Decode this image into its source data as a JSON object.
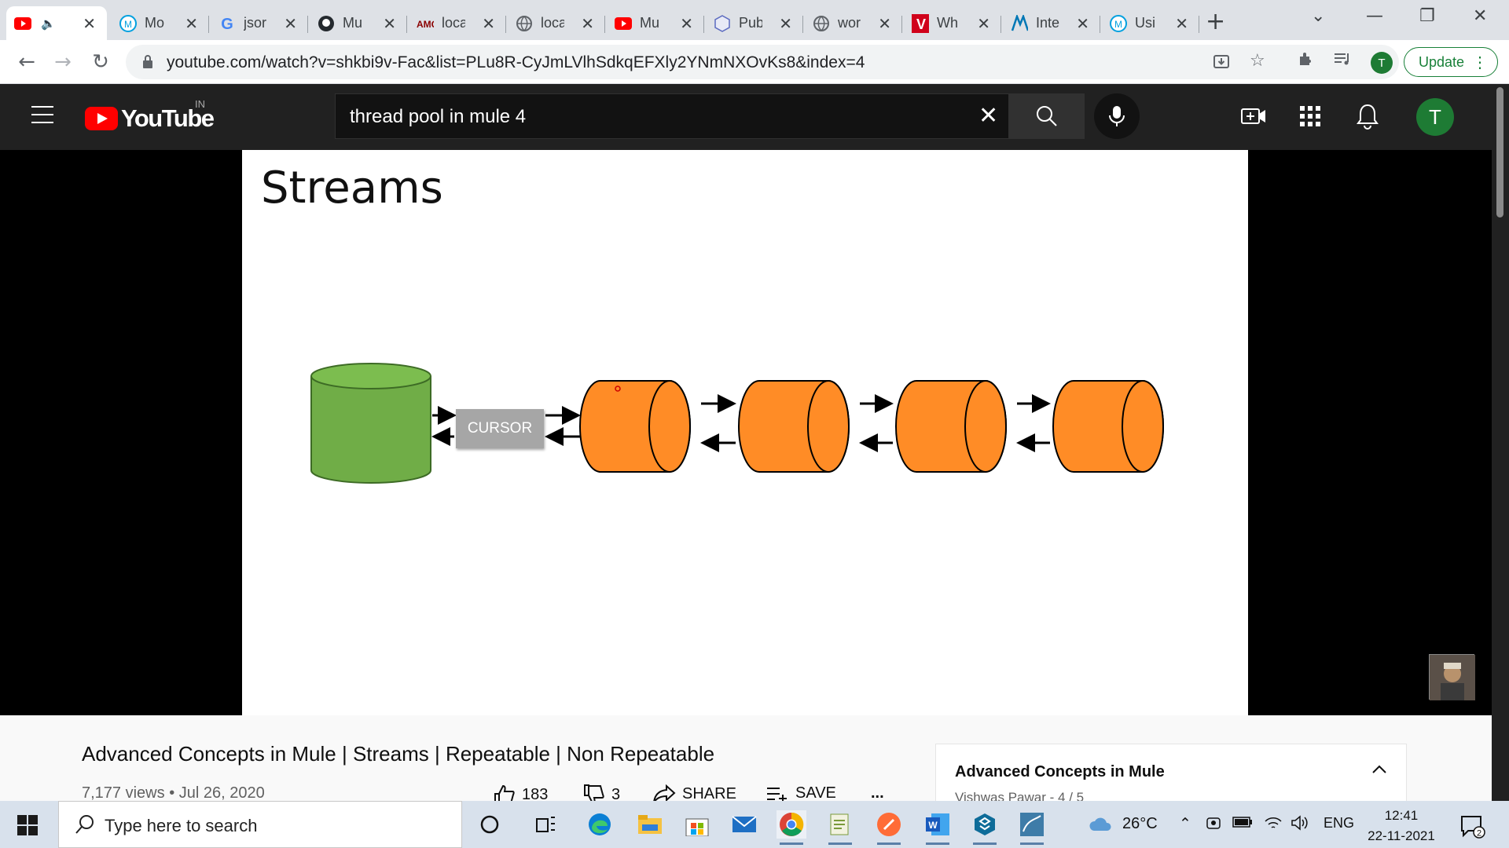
{
  "browser": {
    "tabs": [
      {
        "title": "",
        "favicon": "youtube-icon",
        "active": true,
        "audio": true
      },
      {
        "title": "Mo",
        "favicon": "mulesoft-icon"
      },
      {
        "title": "jsor",
        "favicon": "google-icon"
      },
      {
        "title": "Mu",
        "favicon": "github-icon"
      },
      {
        "title": "loca",
        "favicon": "amq-icon"
      },
      {
        "title": "loca",
        "favicon": "globe-icon"
      },
      {
        "title": "Mu",
        "favicon": "youtube-icon"
      },
      {
        "title": "Pub",
        "favicon": "extension-icon"
      },
      {
        "title": "wor",
        "favicon": "globe-icon"
      },
      {
        "title": "Wh",
        "favicon": "vivaldi-icon"
      },
      {
        "title": "Inte",
        "favicon": "mulesoft-m-icon"
      },
      {
        "title": "Usi",
        "favicon": "mulesoft-icon"
      }
    ],
    "url": "youtube.com/watch?v=shkbi9v-Fac&list=PLu8R-CyJmLVlhSdkqEFXly2YNmNXOvKs8&index=4",
    "profile_initial": "T",
    "update_label": "Update"
  },
  "youtube": {
    "logo_text": "YouTube",
    "region": "IN",
    "search_query": "thread pool in mule 4",
    "avatar_initial": "T",
    "accent_color": "#ff0000"
  },
  "slide": {
    "title": "Streams",
    "cursor_label": "CURSOR",
    "database_color": "#70ad47",
    "buffer_color": "#ff8c26"
  },
  "video": {
    "title": "Advanced Concepts in Mule | Streams | Repeatable | Non Repeatable",
    "views": "7,177 views",
    "date": "Jul 26, 2020",
    "likes": "183",
    "dislikes": "3",
    "share_label": "SHARE",
    "save_label": "SAVE",
    "more_label": "..."
  },
  "playlist": {
    "title": "Advanced Concepts in Mule",
    "subtitle": "Vishwas Pawar - 4 / 5"
  },
  "taskbar": {
    "search_placeholder": "Type here to search",
    "temperature": "26°C",
    "language": "ENG",
    "time": "12:41",
    "date": "22-11-2021",
    "notification_count": "2"
  }
}
